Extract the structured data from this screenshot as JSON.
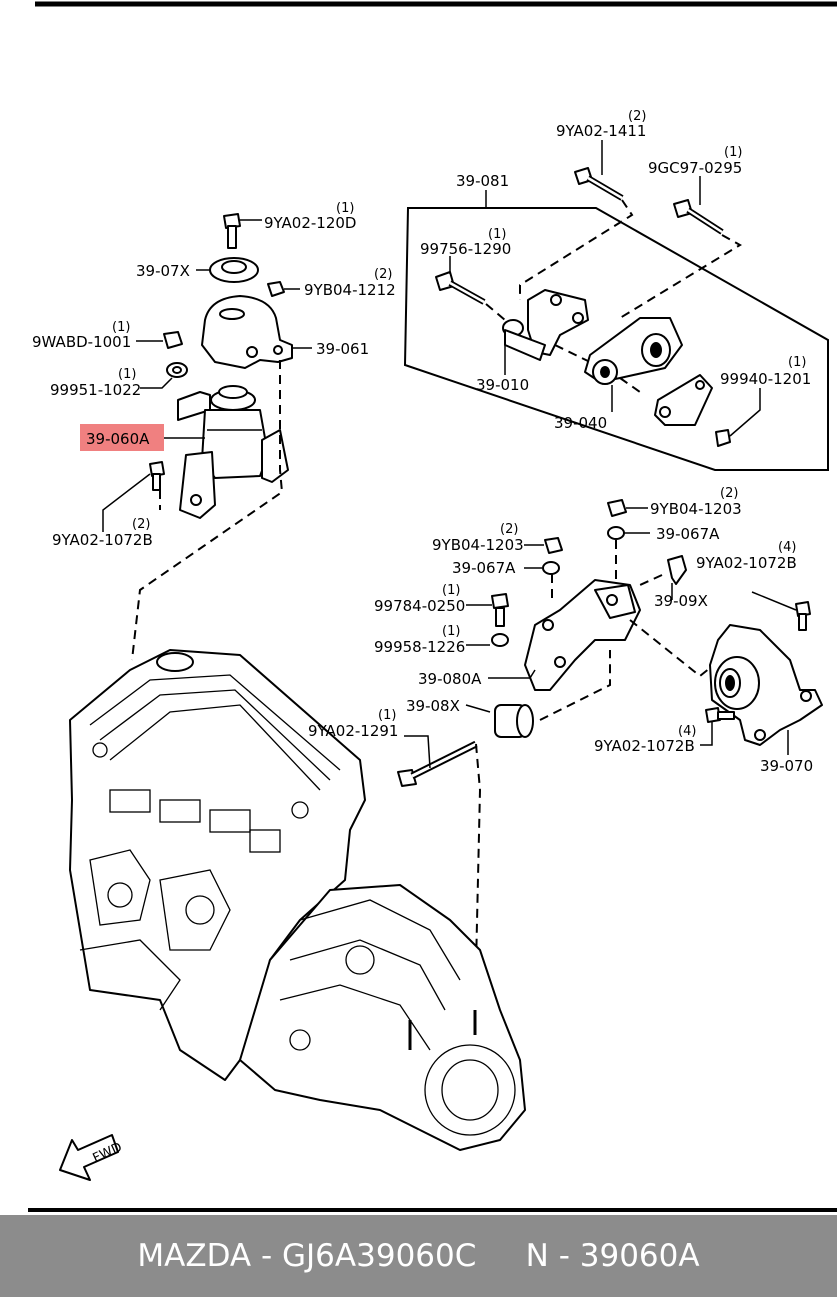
{
  "labels": {
    "l_9ya02_1411": "9YA02-1411",
    "q_9ya02_1411": "(2)",
    "l_9gc97_0295": "9GC97-0295",
    "q_9gc97_0295": "(1)",
    "l_39_081": "39-081",
    "l_99756_1290": "99756-1290",
    "q_99756_1290": "(1)",
    "l_39_010": "39-010",
    "l_39_040": "39-040",
    "l_99940_1201": "99940-1201",
    "q_99940_1201": "(1)",
    "l_9ya02_120d": "9YA02-120D",
    "q_9ya02_120d": "(1)",
    "l_39_07x": "39-07X",
    "l_9yb04_1212": "9YB04-1212",
    "q_9yb04_1212": "(2)",
    "l_9wabd_1001": "9WABD-1001",
    "q_9wabd_1001": "(1)",
    "l_39_061": "39-061",
    "l_99951_1022": "99951-1022",
    "q_99951_1022": "(1)",
    "l_39_060a": "39-060A",
    "l_9ya02_1072b_left": "9YA02-1072B",
    "q_9ya02_1072b_left": "(2)",
    "l_9yb04_1203_top": "9YB04-1203",
    "q_9yb04_1203_top": "(2)",
    "l_39_067a_top": "39-067A",
    "l_9yb04_1203_mid": "9YB04-1203",
    "q_9yb04_1203_mid": "(2)",
    "l_39_067a_mid": "39-067A",
    "l_9ya02_1072b_right": "9YA02-1072B",
    "q_9ya02_1072b_right": "(4)",
    "l_99784_0250": "99784-0250",
    "q_99784_0250": "(1)",
    "l_39_09x": "39-09X",
    "l_99958_1226": "99958-1226",
    "q_99958_1226": "(1)",
    "l_39_080a": "39-080A",
    "l_39_08x": "39-08X",
    "l_9ya02_1291": "9YA02-1291",
    "q_9ya02_1291": "(1)",
    "l_9ya02_1072b_low": "9YA02-1072B",
    "q_9ya02_1072b_low": "(4)",
    "l_39_070": "39-070",
    "fwd": "FWD"
  },
  "highlight_color": "#f08080",
  "footer": {
    "brand_part": "MAZDA - GJ6A39060C",
    "n_part": "N - 39060A"
  }
}
